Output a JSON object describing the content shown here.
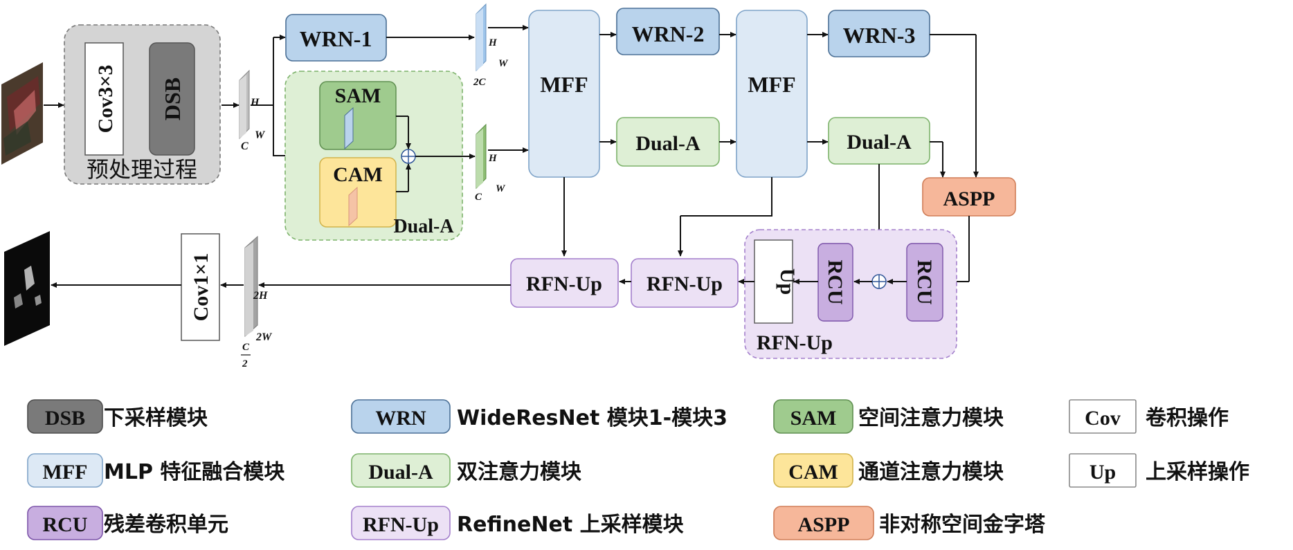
{
  "pipeline": {
    "preprocess": {
      "conv": "Cov3×3",
      "dsb": "DSB",
      "caption": "预处理过程"
    },
    "wrn1": "WRN-1",
    "wrn2": "WRN-2",
    "wrn3": "WRN-3",
    "sam": "SAM",
    "cam": "CAM",
    "dual_a_group": "Dual-A",
    "mff1": "MFF",
    "mff2": "MFF",
    "dual_a1": "Dual-A",
    "dual_a2": "Dual-A",
    "aspp": "ASPP",
    "rfn_up1": "RFN-Up",
    "rfn_up2": "RFN-Up",
    "rfn_up_group": "RFN-Up",
    "up": "Up",
    "rcu1": "RCU",
    "rcu2": "RCU",
    "conv1x1": "Cov1×1",
    "fm1": {
      "h": "H",
      "w": "W",
      "c": "C"
    },
    "fm2": {
      "h": "H",
      "w": "W",
      "c": "2C"
    },
    "fm3": {
      "h": "H",
      "w": "W",
      "c": "C"
    },
    "fm4": {
      "h": "2H",
      "w": "2W",
      "c_num": "C",
      "c_den": "2"
    }
  },
  "legend": [
    {
      "key": "DSB",
      "desc": "下采样模块",
      "color": "#7a7a7a"
    },
    {
      "key": "WRN",
      "desc": "WideResNet 模块1-模块3",
      "color": "#b9d3ec"
    },
    {
      "key": "SAM",
      "desc": "空间注意力模块",
      "color": "#9fcb8e"
    },
    {
      "key": "Cov",
      "desc": "卷积操作",
      "color": "#ffffff"
    },
    {
      "key": "MFF",
      "desc": "MLP 特征融合模块",
      "color": "#dde9f5"
    },
    {
      "key": "Dual-A",
      "desc": "双注意力模块",
      "color": "#deefd5"
    },
    {
      "key": "CAM",
      "desc": "通道注意力模块",
      "color": "#fde59a"
    },
    {
      "key": "Up",
      "desc": "上采样操作",
      "color": "#ffffff"
    },
    {
      "key": "RCU",
      "desc": "残差卷积单元",
      "color": "#c8aee0"
    },
    {
      "key": "RFN-Up",
      "desc": "RefineNet 上采样模块",
      "color": "#ece1f5"
    },
    {
      "key": "ASPP",
      "desc": "非对称空间金字塔",
      "color": "#f6b79a"
    }
  ],
  "colors": {
    "wrn": "#b9d3ec",
    "mff": "#dde9f5",
    "dual": "#deefd5",
    "sam": "#9fcb8e",
    "cam": "#fde59a",
    "rcu": "#c8aee0",
    "rfn": "#ece1f5",
    "aspp": "#f6b79a",
    "dsb": "#7a7a7a",
    "pre_bg": "#d4d4d4"
  }
}
